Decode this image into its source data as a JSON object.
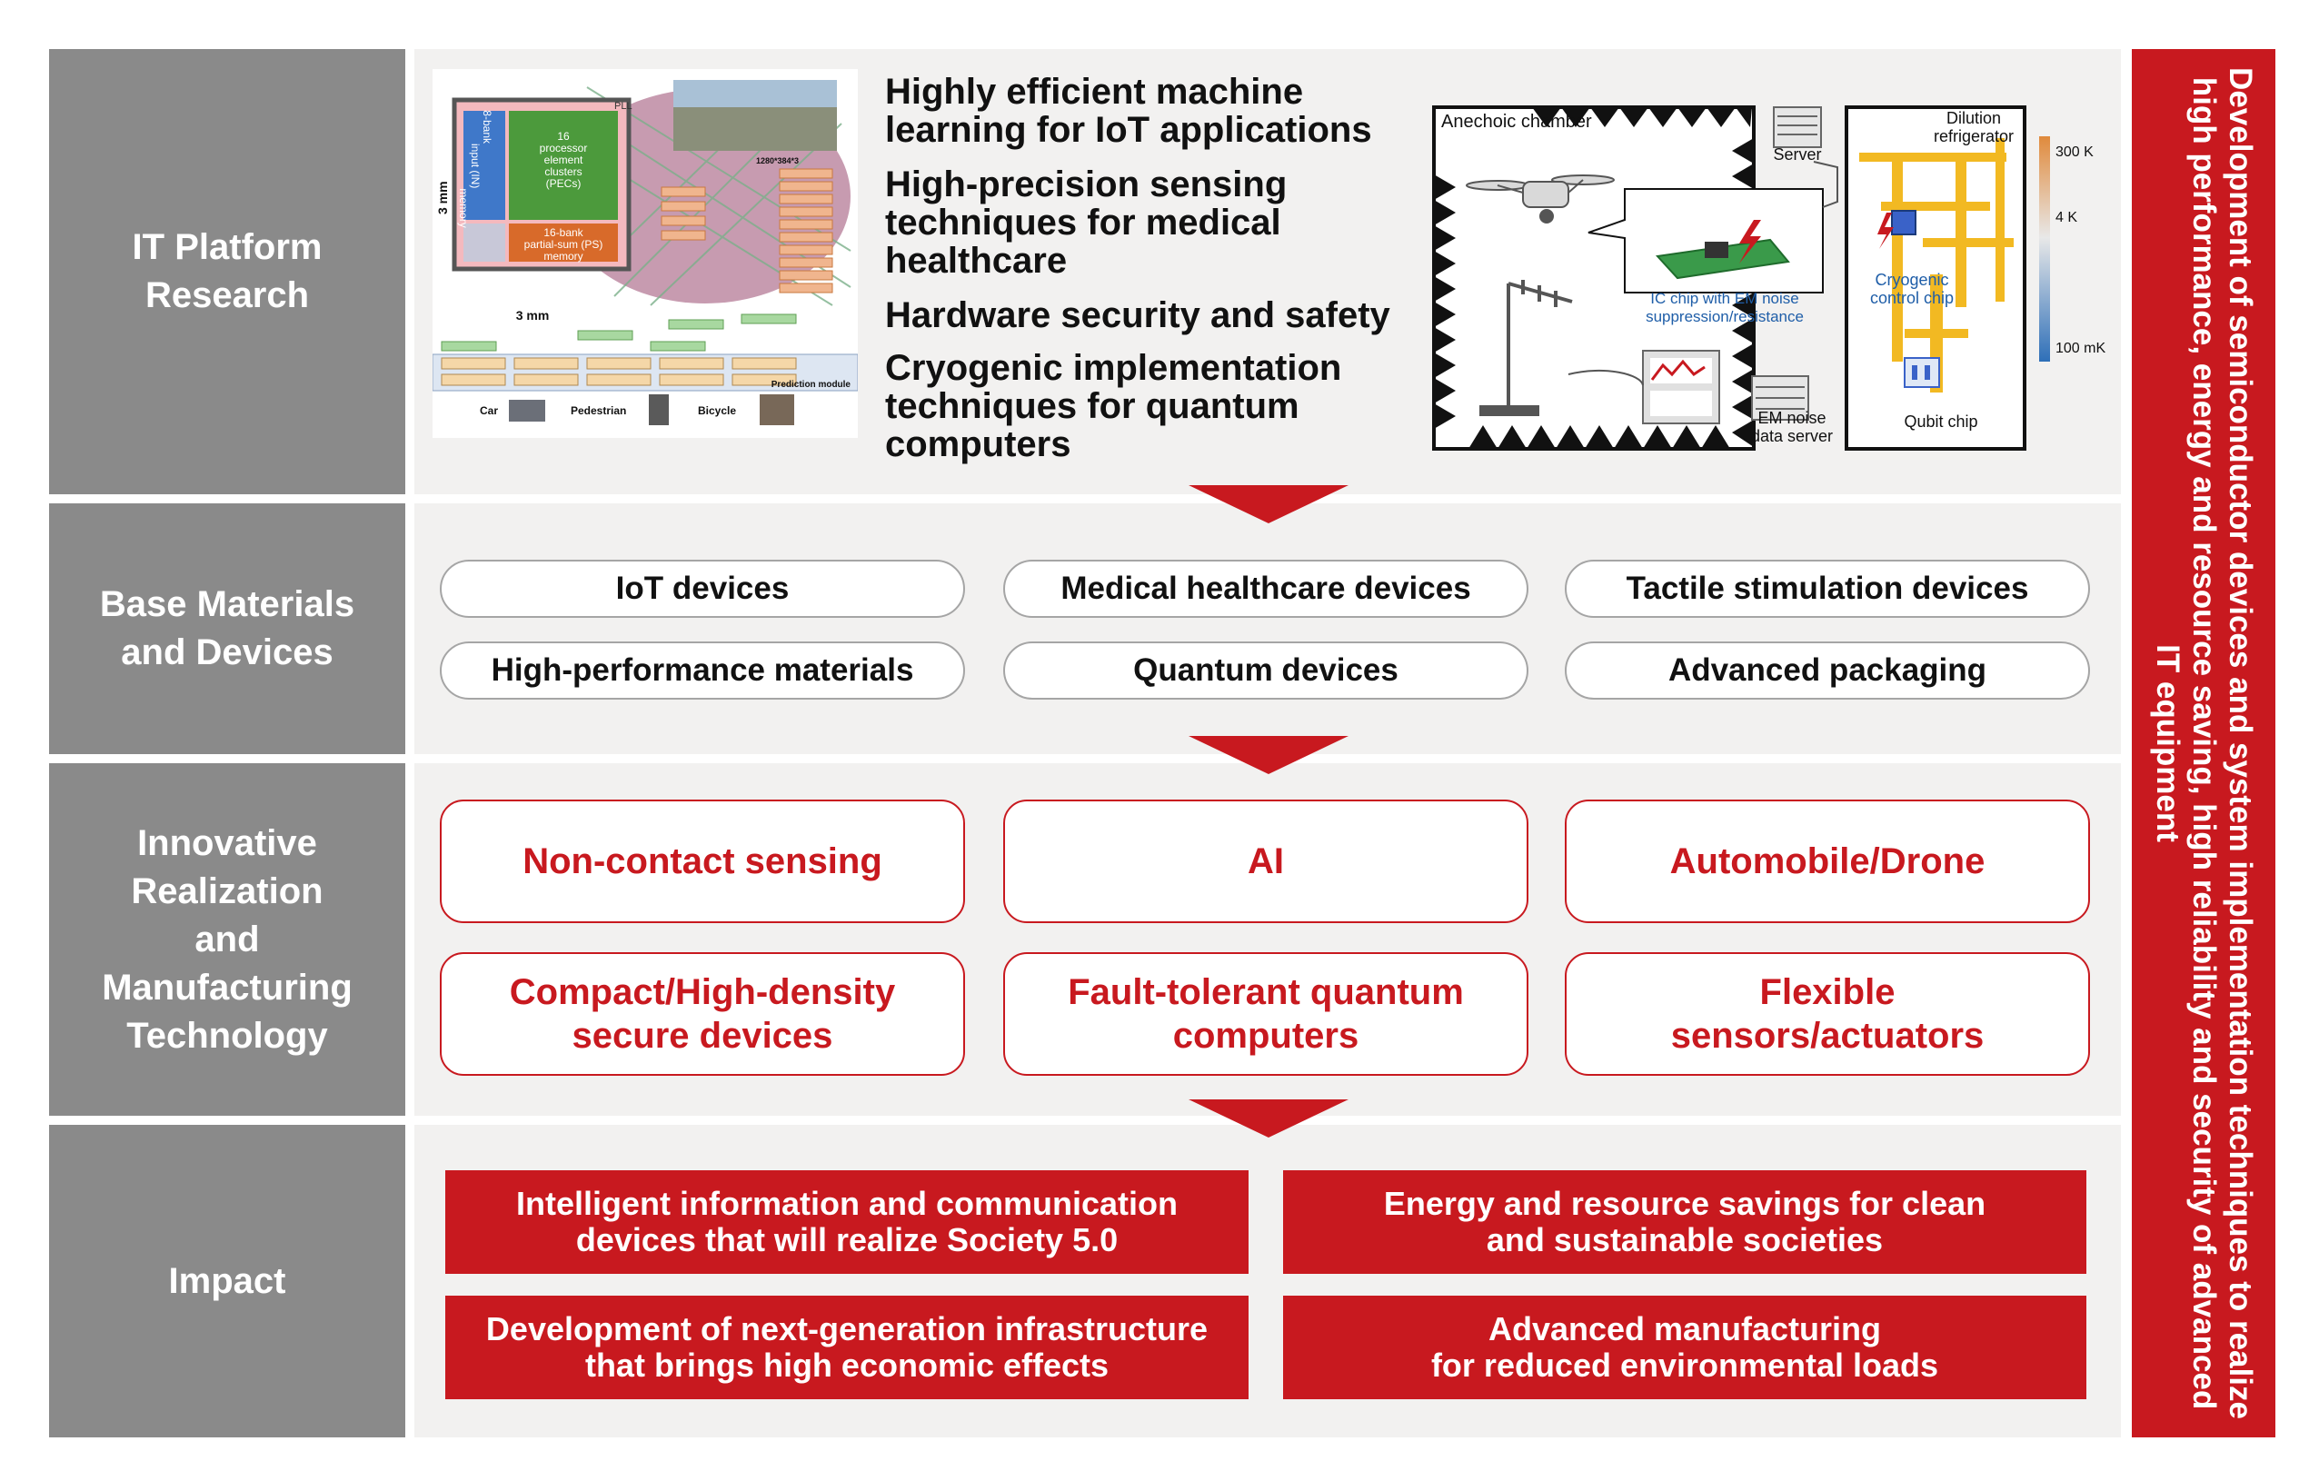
{
  "rows": {
    "it_platform": "IT Platform\nResearch",
    "base_materials": "Base Materials\nand Devices",
    "innovative": "Innovative\nRealization\nand\nManufacturing\nTechnology",
    "impact": "Impact"
  },
  "research_topics": [
    "Highly efficient machine\nlearning for IoT applications",
    "High-precision sensing\ntechniques for medical\nhealthcare",
    "Hardware security and safety",
    "Cryogenic implementation\ntechniques for quantum\ncomputers"
  ],
  "chip_figure": {
    "dim_vertical": "3 mm",
    "dim_horizontal": "3 mm",
    "bank_input": "8-bank\ninput (IN)\nmemory",
    "pec": "16\nprocessor\nelement\nclusters\n(PECs)",
    "ps_memory": "16-bank\npartial-sum (PS)\nmemory",
    "corner": "PLL",
    "resolution": "1280*384*3",
    "prediction_module": "Prediction module",
    "labels": [
      "Car",
      "Pedestrian",
      "Bicycle"
    ]
  },
  "quantum_figure": {
    "anechoic": "Anechoic chamber",
    "server": "Server",
    "dilution": "Dilution\nrefrigerator",
    "ic_chip": "IC chip with EM noise\nsuppression/resistance",
    "cryo_chip": "Cryogenic\ncontrol chip",
    "em_server": "EM noise\ndata server",
    "qubit": "Qubit chip",
    "temps": [
      "300 K",
      "4 K",
      "100 mK"
    ]
  },
  "devices": [
    "IoT devices",
    "Medical healthcare devices",
    "Tactile stimulation devices",
    "High-performance materials",
    "Quantum devices",
    "Advanced packaging"
  ],
  "technologies": [
    "Non-contact sensing",
    "AI",
    "Automobile/Drone",
    "Compact/High-density\nsecure devices",
    "Fault-tolerant quantum\ncomputers",
    "Flexible\nsensors/actuators"
  ],
  "impacts": [
    "Intelligent information and communication\ndevices that will realize Society 5.0",
    "Energy and resource savings for clean\nand sustainable societies",
    "Development of next-generation infrastructure\nthat brings high economic effects",
    "Advanced manufacturing\nfor reduced environmental loads"
  ],
  "side_banner": "Development of semiconductor devices and system implementation techniques to realize high performance, energy and resource saving, high reliability and security of advanced IT equipment",
  "colors": {
    "accent_red": "#c8191f",
    "label_gray": "#8a8a8a",
    "panel": "#f2f1f0"
  }
}
